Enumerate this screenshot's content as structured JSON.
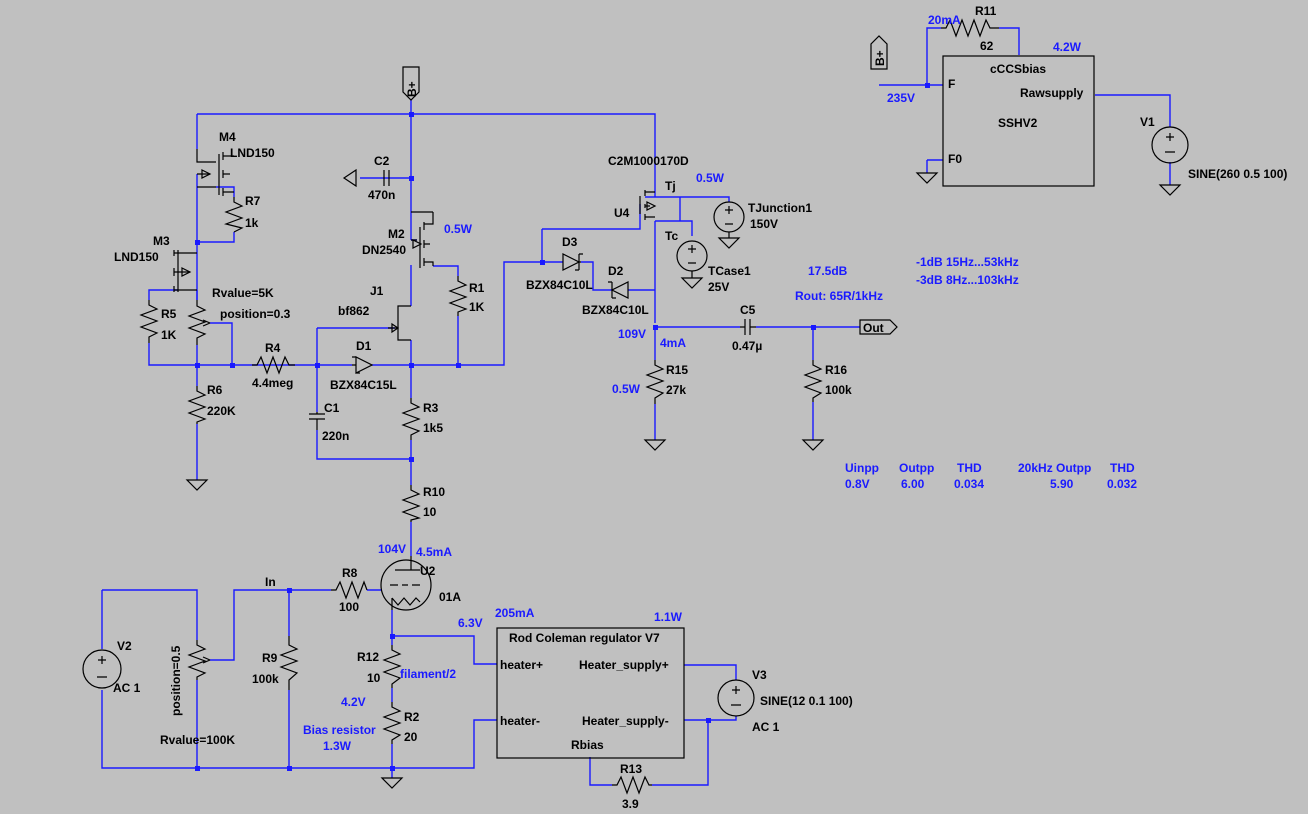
{
  "schematic": {
    "nets": {
      "bplus_main": "B+",
      "bplus_ccs": "B+",
      "out": "Out",
      "in": "In"
    },
    "components": {
      "M4": {
        "ref": "M4",
        "value": "LND150"
      },
      "M3": {
        "ref": "M3",
        "value": "LND150"
      },
      "R7": {
        "ref": "R7",
        "value": "1k"
      },
      "R5": {
        "ref": "R5",
        "value": "1K"
      },
      "R5pot": {
        "rvalue": "Rvalue=5K",
        "position": "position=0.3"
      },
      "R6": {
        "ref": "R6",
        "value": "220K"
      },
      "R4": {
        "ref": "R4",
        "value": "4.4meg"
      },
      "C2": {
        "ref": "C2",
        "value": "470n"
      },
      "M2": {
        "ref": "M2",
        "value": "DN2540"
      },
      "J1": {
        "ref": "J1",
        "value": "bf862"
      },
      "R1": {
        "ref": "R1",
        "value": "1K"
      },
      "D1": {
        "ref": "D1",
        "value": "BZX84C15L"
      },
      "C1": {
        "ref": "C1",
        "value": "220n"
      },
      "R3": {
        "ref": "R3",
        "value": "1k5"
      },
      "R10": {
        "ref": "R10",
        "value": "10"
      },
      "U4": {
        "ref": "U4",
        "value": "C2M1000170D",
        "tj": "Tj",
        "tc": "Tc"
      },
      "D3": {
        "ref": "D3",
        "value": "BZX84C10L"
      },
      "D2": {
        "ref": "D2",
        "value": "BZX84C10L"
      },
      "TJunction1": {
        "ref": "TJunction1",
        "value": "150V"
      },
      "TCase1": {
        "ref": "TCase1",
        "value": "25V"
      },
      "C5": {
        "ref": "C5",
        "value": "0.47µ"
      },
      "R15": {
        "ref": "R15",
        "value": "27k"
      },
      "R16": {
        "ref": "R16",
        "value": "100k"
      },
      "R11": {
        "ref": "R11",
        "value": "62"
      },
      "cCCSbias": {
        "name": "cCCSbias",
        "pin_f": "F",
        "pin_f0": "F0",
        "pin_raw": "Rawsupply",
        "model": "SSHV2"
      },
      "V1": {
        "ref": "V1",
        "value": "SINE(260 0.5 100)"
      },
      "V2": {
        "ref": "V2",
        "value": "AC 1"
      },
      "potIn": {
        "rvalue": "Rvalue=100K",
        "position": "position=0.5"
      },
      "R9": {
        "ref": "R9",
        "value": "100k"
      },
      "R8": {
        "ref": "R8",
        "value": "100"
      },
      "U2": {
        "ref": "U2",
        "value": "01A"
      },
      "R12": {
        "ref": "R12",
        "value": "10"
      },
      "R2": {
        "ref": "R2",
        "value": "20"
      },
      "reg": {
        "name": "Rod Coleman regulator V7",
        "heater_plus": "heater+",
        "heater_minus": "heater-",
        "supply_plus": "Heater_supply+",
        "supply_minus": "Heater_supply-",
        "rbias": "Rbias"
      },
      "R13": {
        "ref": "R13",
        "value": "3.9"
      },
      "V3": {
        "ref": "V3",
        "value": "SINE(12 0.1 100)",
        "ac": "AC 1"
      }
    },
    "annotations": {
      "p_m2": "0.5W",
      "p_u4": "0.5W",
      "v_drain": "109V",
      "i_drain": "4mA",
      "p_r15": "0.5W",
      "gain": "17.5dB",
      "rout": "Rout: 65R/1kHz",
      "bw1": "-1dB  15Hz...53kHz",
      "bw3": "-3dB  8Hz...103kHz",
      "i_r11": "20mA",
      "v_ccs": "235V",
      "p_ccs": "4.2W",
      "v_anode": "104V",
      "i_anode": "4.5mA",
      "i_fil": "205mA",
      "v_fil": "6.3V",
      "p_reg": "1.1W",
      "filament": "filament/2",
      "v_bias": "4.2V",
      "bias_res": "Bias resistor",
      "p_bias": "1.3W"
    },
    "table": {
      "h_uinpp": "Uinpp",
      "h_outpp": "Outpp",
      "h_thd": "THD",
      "uinpp": "0.8V",
      "outpp": "6.00",
      "thd": "0.034",
      "h_20k": "20kHz Outpp",
      "h_thd2": "THD",
      "outpp_20k": "5.90",
      "thd_20k": "0.032"
    }
  },
  "colors": {
    "background": "#c0c0c0",
    "wire": "#1a1aff",
    "component": "#000000",
    "annotation": "#1a1aff"
  }
}
